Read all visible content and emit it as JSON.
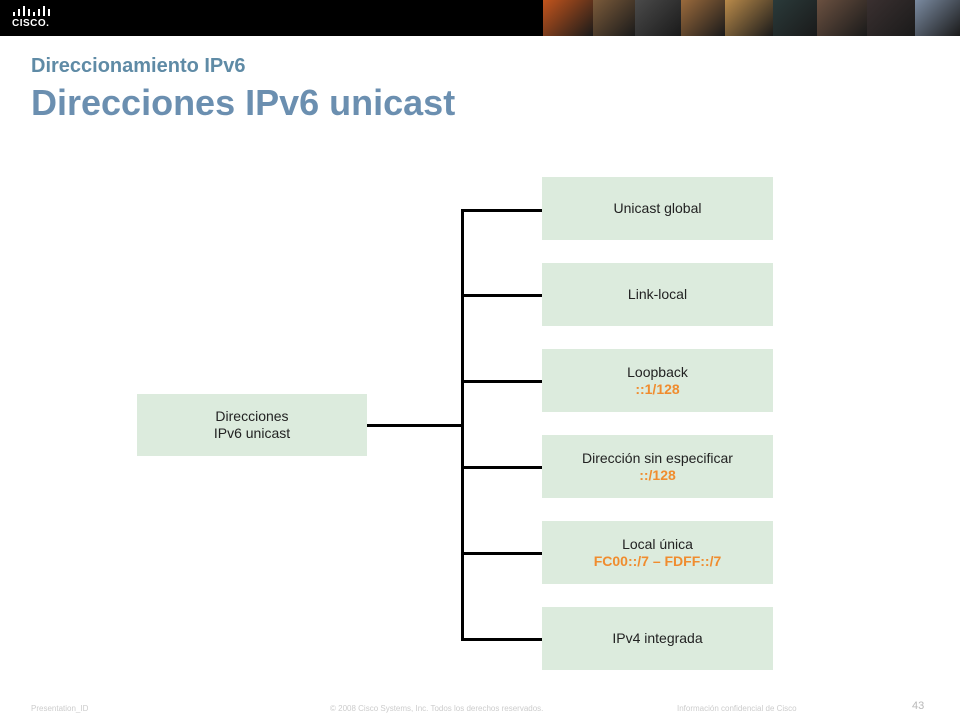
{
  "header": {
    "logo_text": "CISCO.",
    "photos": [
      {
        "name": "photo-1",
        "color": "#c2541c"
      },
      {
        "name": "photo-2",
        "color": "#7a5a3a"
      },
      {
        "name": "photo-3",
        "color": "#4a4a4a"
      },
      {
        "name": "photo-4",
        "color": "#9a6a3c"
      },
      {
        "name": "photo-5",
        "color": "#b98a4a"
      },
      {
        "name": "photo-6",
        "color": "#2a3a3a"
      },
      {
        "name": "photo-7",
        "color": "#6a5040"
      },
      {
        "name": "photo-8",
        "color": "#3a3030"
      },
      {
        "name": "photo-9",
        "color": "#7a8aa0"
      }
    ]
  },
  "slide": {
    "subtitle": "Direccionamiento IPv6",
    "title": "Direcciones IPv6 unicast"
  },
  "diagram": {
    "root": {
      "line1": "Direcciones",
      "line2": "IPv6 unicast"
    },
    "leaves": [
      {
        "label": "Unicast global",
        "detail": ""
      },
      {
        "label": "Link-local",
        "detail": ""
      },
      {
        "label": "Loopback",
        "detail": "::1/128"
      },
      {
        "label": "Dirección sin especificar",
        "detail": "::/128"
      },
      {
        "label": "Local única",
        "detail": "FC00::/7 – FDFF::/7"
      },
      {
        "label": "IPv4 integrada",
        "detail": ""
      }
    ],
    "colors": {
      "box": "#dcebdd",
      "highlight": "#f08c2e",
      "line": "#000000"
    }
  },
  "footer": {
    "presentation_id": "Presentation_ID",
    "copyright": "© 2008 Cisco Systems, Inc. Todos los derechos reservados.",
    "confidential": "Información confidencial de Cisco",
    "page_number": "43"
  }
}
